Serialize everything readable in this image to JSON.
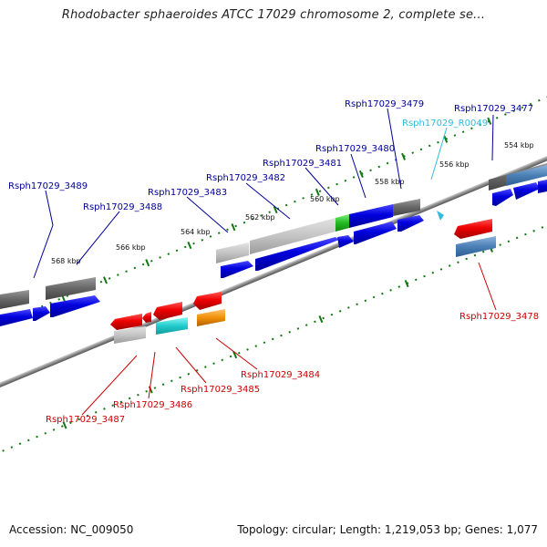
{
  "title": "Rhodobacter sphaeroides ATCC 17029 chromosome 2, complete se...",
  "accession": "Accession: NC_009050",
  "summary": "Topology: circular; Length: 1,219,053 bp; Genes: 1,077",
  "ticks": {
    "t554": "554 kbp",
    "t556": "556 kbp",
    "t558": "558 kbp",
    "t560": "560 kbp",
    "t562": "562 kbp",
    "t564": "564 kbp",
    "t566": "566 kbp",
    "t568": "568 kbp"
  },
  "genes": {
    "g3477": "Rsph17029_3477",
    "r0049": "Rsph17029_R0049",
    "g3479": "Rsph17029_3479",
    "g3480": "Rsph17029_3480",
    "g3481": "Rsph17029_3481",
    "g3482": "Rsph17029_3482",
    "g3483": "Rsph17029_3483",
    "g3488": "Rsph17029_3488",
    "g3489": "Rsph17029_3489",
    "g3478": "Rsph17029_3478",
    "g3484": "Rsph17029_3484",
    "g3485": "Rsph17029_3485",
    "g3486": "Rsph17029_3486",
    "g3487": "Rsph17029_3487"
  },
  "colors": {
    "forward_cds": "#0000dd",
    "reverse_cds": "#ee0000",
    "gene": "#666666",
    "trna": "#33bbdd",
    "dot_ring": "#117711",
    "backbone": "#888888",
    "forward_label": "#000099",
    "reverse_label": "#cc0000",
    "rna_label": "#33bbdd"
  }
}
